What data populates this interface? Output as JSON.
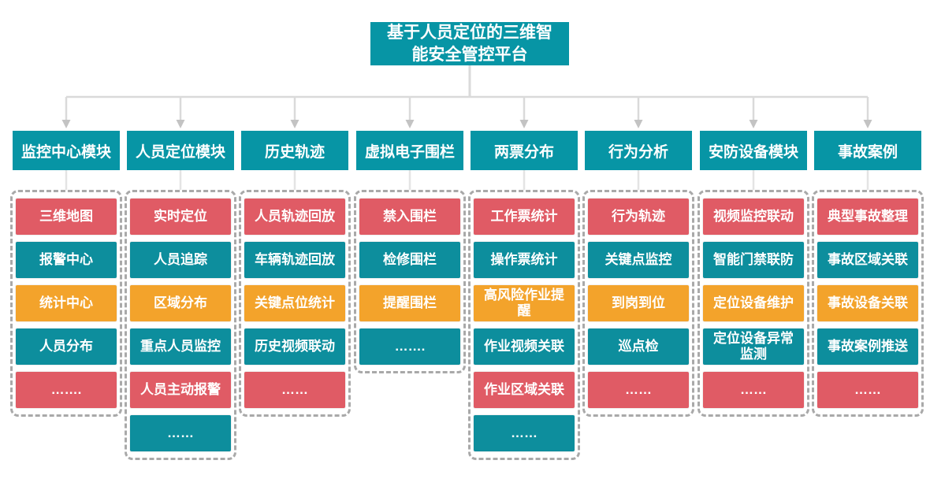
{
  "title": "基于人员定位的三维智能安全管控平台",
  "colors": {
    "header_teal": "#0795A5",
    "item_teal": "#0D8E9D",
    "item_red": "#E05B65",
    "item_orange": "#F3A32B",
    "dash_border": "#A9A9A9",
    "connector_line": "#DADADA",
    "connector_arrow": "#C3C3C3"
  },
  "columns": [
    {
      "header": "监控中心模块",
      "items": [
        {
          "label": "三维地图",
          "variant": "red"
        },
        {
          "label": "报警中心",
          "variant": "teal"
        },
        {
          "label": "统计中心",
          "variant": "orange"
        },
        {
          "label": "人员分布",
          "variant": "teal"
        },
        {
          "label": "…….",
          "variant": "red"
        }
      ]
    },
    {
      "header": "人员定位模块",
      "items": [
        {
          "label": "实时定位",
          "variant": "red"
        },
        {
          "label": "人员追踪",
          "variant": "teal"
        },
        {
          "label": "区域分布",
          "variant": "orange"
        },
        {
          "label": "重点人员监控",
          "variant": "teal"
        },
        {
          "label": "人员主动报警",
          "variant": "red"
        },
        {
          "label": "……",
          "variant": "teal"
        }
      ]
    },
    {
      "header": "历史轨迹",
      "items": [
        {
          "label": "人员轨迹回放",
          "variant": "red"
        },
        {
          "label": "车辆轨迹回放",
          "variant": "teal"
        },
        {
          "label": "关键点位统计",
          "variant": "orange"
        },
        {
          "label": "历史视频联动",
          "variant": "teal"
        },
        {
          "label": "……",
          "variant": "red"
        }
      ]
    },
    {
      "header": "虚拟电子围栏",
      "items": [
        {
          "label": "禁入围栏",
          "variant": "red"
        },
        {
          "label": "检修围栏",
          "variant": "teal"
        },
        {
          "label": "提醒围栏",
          "variant": "orange"
        },
        {
          "label": "…….",
          "variant": "teal"
        }
      ]
    },
    {
      "header": "两票分布",
      "items": [
        {
          "label": "工作票统计",
          "variant": "red"
        },
        {
          "label": "操作票统计",
          "variant": "teal"
        },
        {
          "label": "高风险作业提醒",
          "variant": "orange"
        },
        {
          "label": "作业视频关联",
          "variant": "teal"
        },
        {
          "label": "作业区域关联",
          "variant": "red"
        },
        {
          "label": "……",
          "variant": "teal"
        }
      ]
    },
    {
      "header": "行为分析",
      "items": [
        {
          "label": "行为轨迹",
          "variant": "red"
        },
        {
          "label": "关键点监控",
          "variant": "teal"
        },
        {
          "label": "到岗到位",
          "variant": "orange"
        },
        {
          "label": "巡点检",
          "variant": "teal"
        },
        {
          "label": "……",
          "variant": "red"
        }
      ]
    },
    {
      "header": "安防设备模块",
      "items": [
        {
          "label": "视频监控联动",
          "variant": "red"
        },
        {
          "label": "智能门禁联防",
          "variant": "teal"
        },
        {
          "label": "定位设备维护",
          "variant": "orange"
        },
        {
          "label": "定位设备异常监测",
          "variant": "teal"
        },
        {
          "label": "……",
          "variant": "red"
        }
      ]
    },
    {
      "header": "事故案例",
      "items": [
        {
          "label": "典型事故整理",
          "variant": "red"
        },
        {
          "label": "事故区域关联",
          "variant": "teal"
        },
        {
          "label": "事故设备关联",
          "variant": "orange"
        },
        {
          "label": "事故案例推送",
          "variant": "teal"
        },
        {
          "label": "……",
          "variant": "red"
        }
      ]
    }
  ]
}
